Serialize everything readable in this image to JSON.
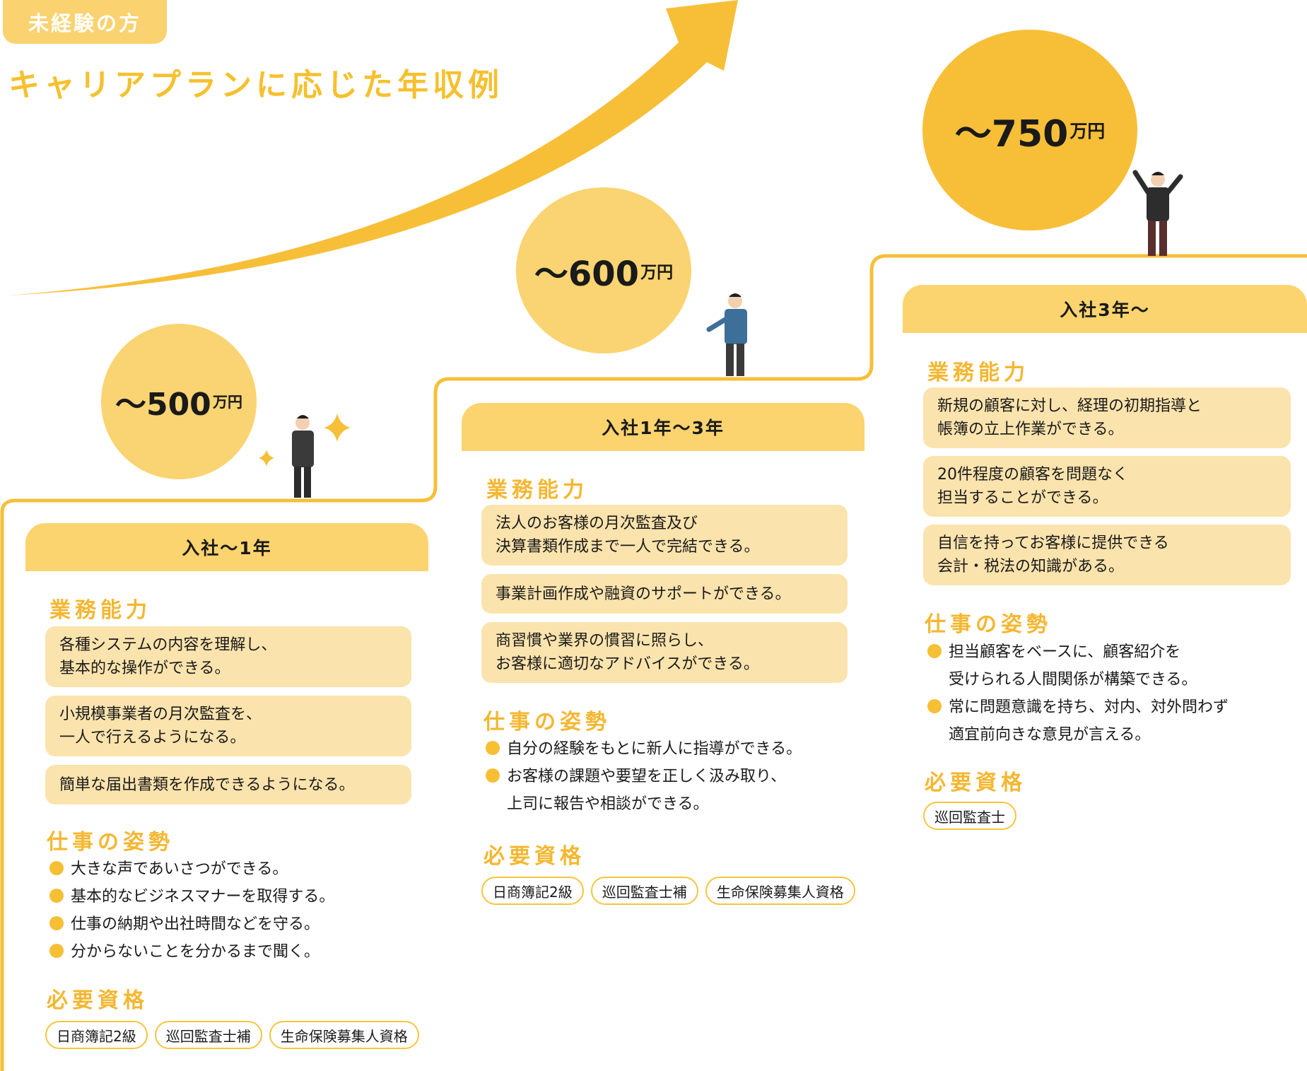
{
  "badge": "未経験の方",
  "title": "キャリアプランに応じた年収例",
  "colors": {
    "accent": "#f6c02e",
    "light": "#fbe3ad",
    "circle": "#fad472"
  },
  "section_labels": {
    "skills": "業務能力",
    "attitude": "仕事の姿勢",
    "quals": "必要資格"
  },
  "stages": [
    {
      "salary": "～500",
      "unit": "万円",
      "title": "入社～1年",
      "skills": [
        "各種システムの内容を理解し、\n基本的な操作ができる。",
        "小規模事業者の月次監査を、\n一人で行えるようになる。",
        "簡単な届出書類を作成できるようになる。"
      ],
      "attitude": [
        "大きな声であいさつができる。",
        "基本的なビジネスマナーを取得する。",
        "仕事の納期や出社時間などを守る。",
        "分からないことを分かるまで聞く。"
      ],
      "quals": [
        "日商簿記2級",
        "巡回監査士補",
        "生命保険募集人資格"
      ]
    },
    {
      "salary": "～600",
      "unit": "万円",
      "title": "入社1年～3年",
      "skills": [
        "法人のお客様の月次監査及び\n決算書類作成まで一人で完結できる。",
        "事業計画作成や融資のサポートができる。",
        "商習慣や業界の慣習に照らし、\nお客様に適切なアドバイスができる。"
      ],
      "attitude": [
        "自分の経験をもとに新人に指導ができる。",
        "お客様の課題や要望を正しく汲み取り、\n上司に報告や相談ができる。"
      ],
      "quals": [
        "日商簿記2級",
        "巡回監査士補",
        "生命保険募集人資格"
      ]
    },
    {
      "salary": "～750",
      "unit": "万円",
      "title": "入社3年～",
      "skills": [
        "新規の顧客に対し、経理の初期指導と\n帳簿の立上作業ができる。",
        "20件程度の顧客を問題なく\n担当することができる。",
        "自信を持ってお客様に提供できる\n会計・税法の知識がある。"
      ],
      "attitude": [
        "担当顧客をベースに、顧客紹介を\n受けられる人間関係が構築できる。",
        "常に問題意識を持ち、対内、対外問わず\n適宜前向きな意見が言える。"
      ],
      "quals": [
        "巡回監査士"
      ]
    }
  ]
}
